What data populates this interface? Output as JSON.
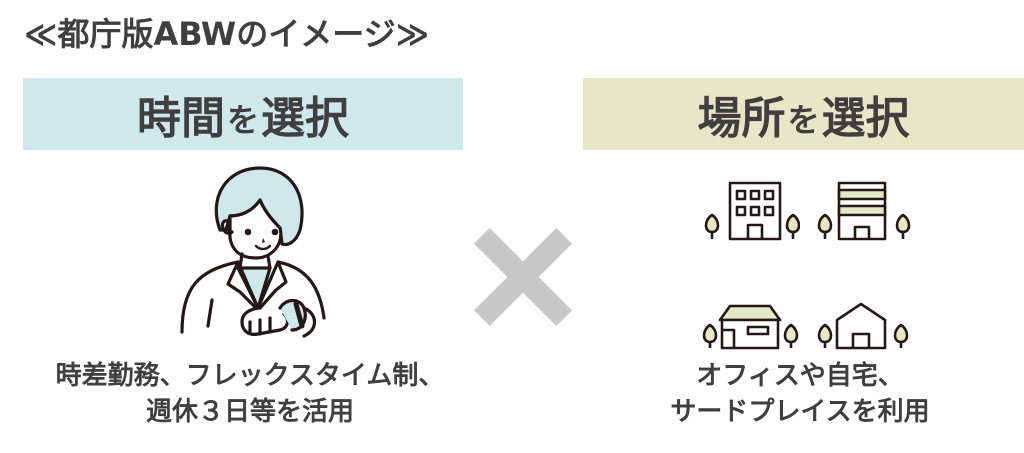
{
  "title": "≪都庁版ABWのイメージ≫",
  "left": {
    "banner": {
      "part1": "時間",
      "particle": "を",
      "part2": "選択"
    },
    "banner_color": "#cfe8ec",
    "illustration": "woman-checking-wristwatch",
    "caption_line1": "時差勤務、フレックスタイム制、",
    "caption_line2": "週休３日等を活用"
  },
  "operator": {
    "icon": "multiply-icon",
    "color": "#c8c8c8"
  },
  "right": {
    "banner": {
      "part1": "場所",
      "particle": "を",
      "part2": "選択"
    },
    "banner_color": "#e5e8c6",
    "icons": [
      "office-building",
      "apartment-building",
      "house",
      "third-place-building"
    ],
    "caption_line1": "オフィスや自宅、",
    "caption_line2": "サードプレイスを利用"
  },
  "colors": {
    "text": "#3f3f3f",
    "accent_green": "#e5e8c6",
    "accent_blue": "#cfe8ec",
    "line": "#231815"
  }
}
